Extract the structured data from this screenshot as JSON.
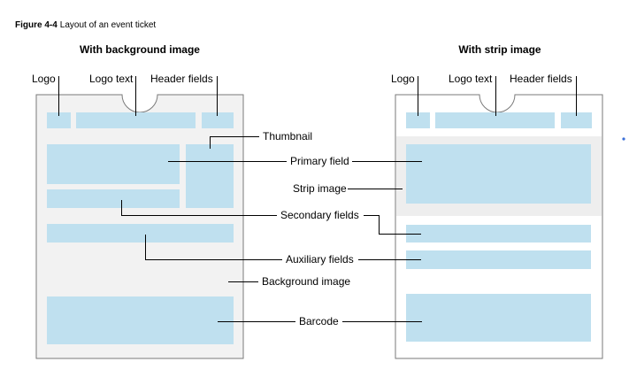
{
  "figure": {
    "number": "Figure 4-4",
    "caption": "Layout of an event ticket"
  },
  "left_ticket": {
    "title": "With background image",
    "labels": {
      "logo": "Logo",
      "logo_text": "Logo text",
      "header_fields": "Header fields",
      "thumbnail": "Thumbnail",
      "primary_field": "Primary field",
      "secondary_fields": "Secondary fields",
      "auxiliary_fields": "Auxiliary fields",
      "background_image": "Background image",
      "barcode": "Barcode"
    }
  },
  "right_ticket": {
    "title": "With strip image",
    "labels": {
      "logo": "Logo",
      "logo_text": "Logo text",
      "header_fields": "Header fields",
      "strip_image": "Strip image"
    }
  },
  "colors": {
    "field_fill": "#bfe0ef",
    "ticket_bg": "#f2f2f2",
    "strip_bg": "#eeeeee",
    "outline": "#7a7a7a",
    "leader": "#000000",
    "accent_dot": "#3a6fd8"
  }
}
